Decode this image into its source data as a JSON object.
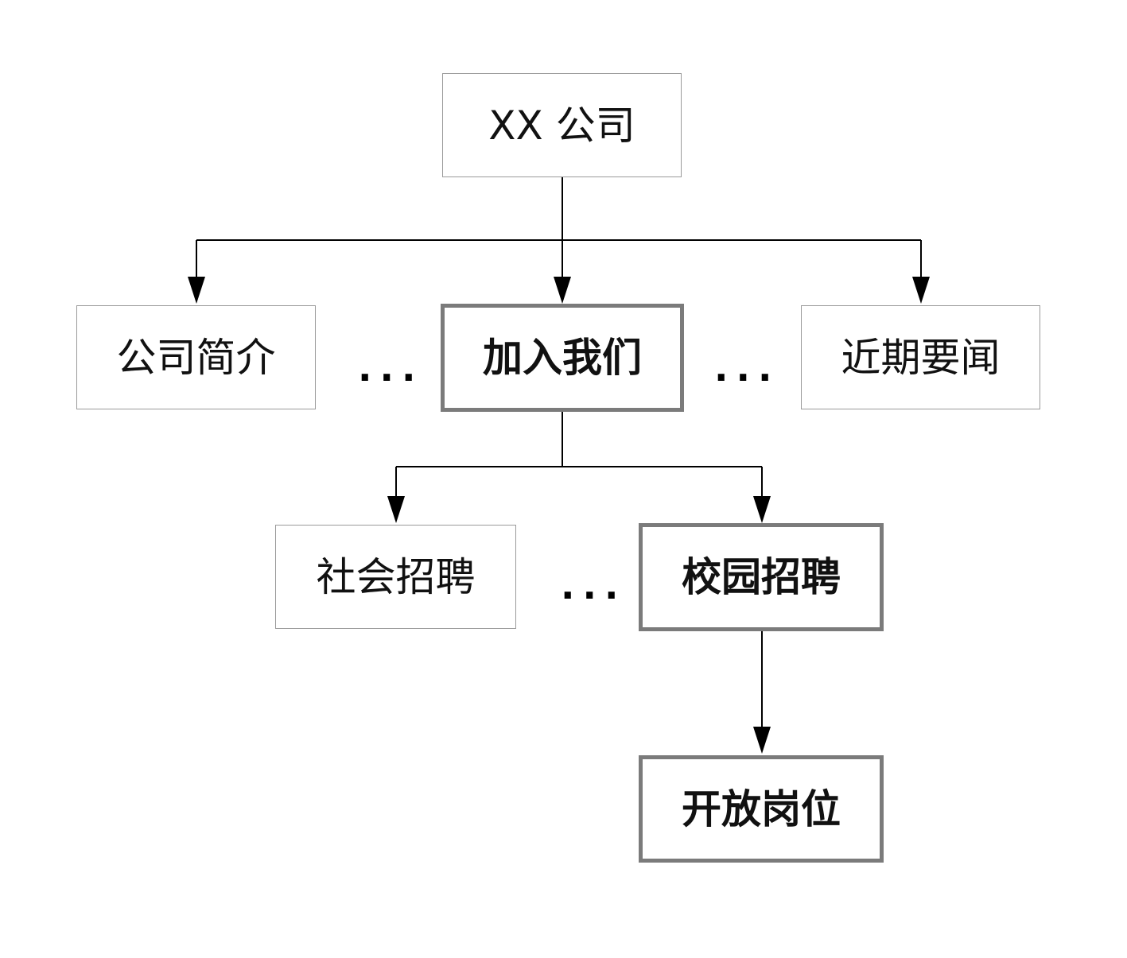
{
  "diagram": {
    "nodes": {
      "root": "XX 公司",
      "intro": "公司简介",
      "join": "加入我们",
      "news": "近期要闻",
      "social": "社会招聘",
      "campus": "校园招聘",
      "positions": "开放岗位"
    },
    "highlighted": [
      "join",
      "campus",
      "positions"
    ],
    "ellipsis": "...",
    "edges": [
      [
        "root",
        "intro"
      ],
      [
        "root",
        "join"
      ],
      [
        "root",
        "news"
      ],
      [
        "join",
        "social"
      ],
      [
        "join",
        "campus"
      ],
      [
        "campus",
        "positions"
      ]
    ]
  }
}
